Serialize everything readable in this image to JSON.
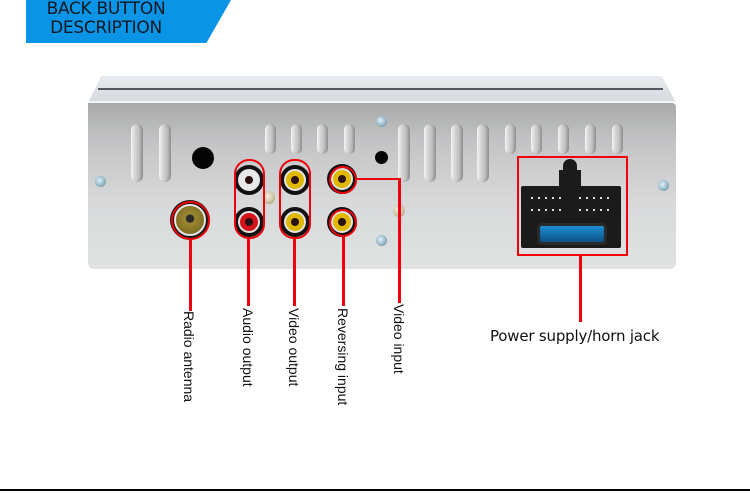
{
  "header": {
    "line1": "BACK BUTTON",
    "line2": "DESCRIPTION",
    "accent_color": "#0a94e6"
  },
  "callout_color": "#ee0010",
  "labels": {
    "radio_antenna": "Radio antenna",
    "audio_output": "Audio output",
    "video_output": "Video output",
    "reversing_input": "Reversing input",
    "video_input": "Video input",
    "power_supply": "Power supply/horn jack"
  },
  "components": [
    {
      "name": "radio-antenna-socket",
      "icon": "antenna-socket-icon"
    },
    {
      "name": "audio-output-jacks",
      "colors": [
        "white",
        "red"
      ]
    },
    {
      "name": "video-output-jacks",
      "colors": [
        "yellow",
        "yellow"
      ]
    },
    {
      "name": "reversing-input-jack",
      "colors": [
        "yellow"
      ]
    },
    {
      "name": "video-input-jack",
      "colors": [
        "yellow"
      ]
    },
    {
      "name": "power-harness-connector",
      "icon": "iso-connector-icon"
    }
  ]
}
